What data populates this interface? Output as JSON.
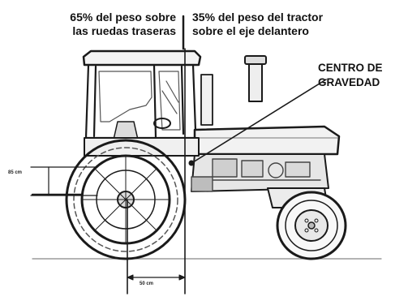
{
  "labels": {
    "rear_weight": {
      "line1": "65% del peso sobre",
      "line2": "las ruedas traseras"
    },
    "front_weight": {
      "line1": "35% del peso del tractor",
      "line2": "sobre el eje delantero"
    },
    "center_of_gravity": {
      "line1": "CENTRO DE",
      "line2": "GRAVEDAD"
    }
  },
  "dimensions": {
    "height": "85 cm",
    "length": "50 cm"
  },
  "colors": {
    "ink": "#1a1a1a",
    "background": "#ffffff"
  }
}
